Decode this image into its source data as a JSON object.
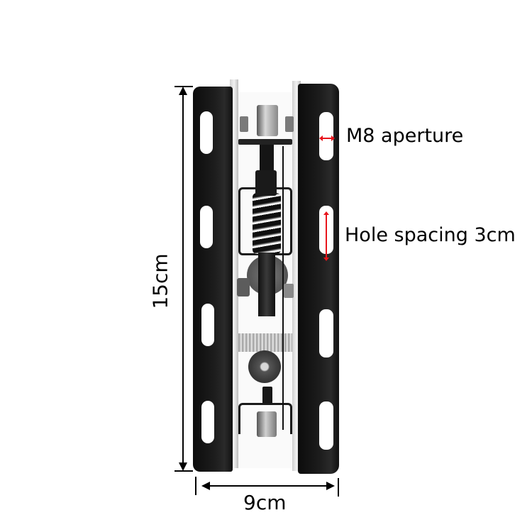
{
  "annotations": {
    "aperture_label": "M8 aperture",
    "hole_spacing_label": "Hole spacing 3cm",
    "height_label": "15cm",
    "width_label": "9cm"
  },
  "colors": {
    "bracket": "#111111",
    "highlight_arrow": "#e8141b",
    "dimension_line": "#000000",
    "background": "#ffffff"
  },
  "product": {
    "description": "Black steel mounting bracket pair with spring shock absorber mechanism",
    "slots_per_bracket": 4
  }
}
